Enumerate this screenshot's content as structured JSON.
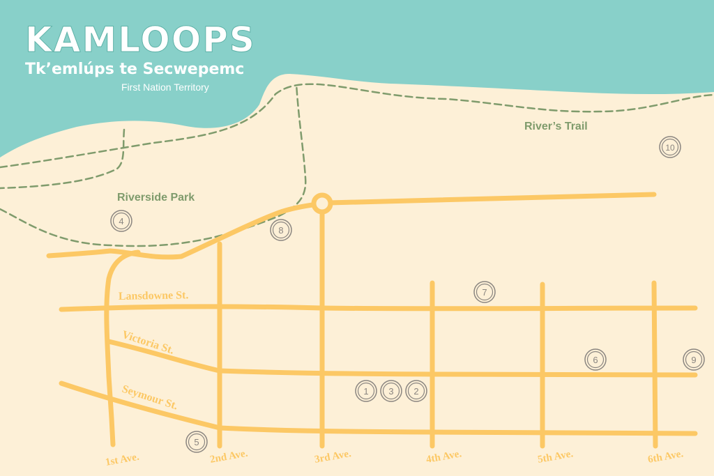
{
  "title": {
    "main": "KAMLOOPS",
    "sub": "Tk’emlúps te Secwepemc",
    "small": "First Nation Territory"
  },
  "places": {
    "riverside_park": "Riverside Park",
    "rivers_trail": "River’s Trail"
  },
  "streets": {
    "lansdowne": "Lansdowne St.",
    "victoria": "Victoria St.",
    "seymour": "Seymour St."
  },
  "avenues": {
    "first": "1st Ave.",
    "second": "2nd Ave.",
    "third": "3rd Ave.",
    "fourth": "4th Ave.",
    "fifth": "5th Ave.",
    "sixth": "6th Ave."
  },
  "markers": [
    "1",
    "2",
    "3",
    "4",
    "5",
    "6",
    "7",
    "8",
    "9",
    "10"
  ],
  "colors": {
    "land": "#fdf0d7",
    "water": "#88d0c9",
    "road": "#fcc865",
    "trail": "#7f9b6c",
    "marker": "#8a8580",
    "title": "#ffffff"
  }
}
